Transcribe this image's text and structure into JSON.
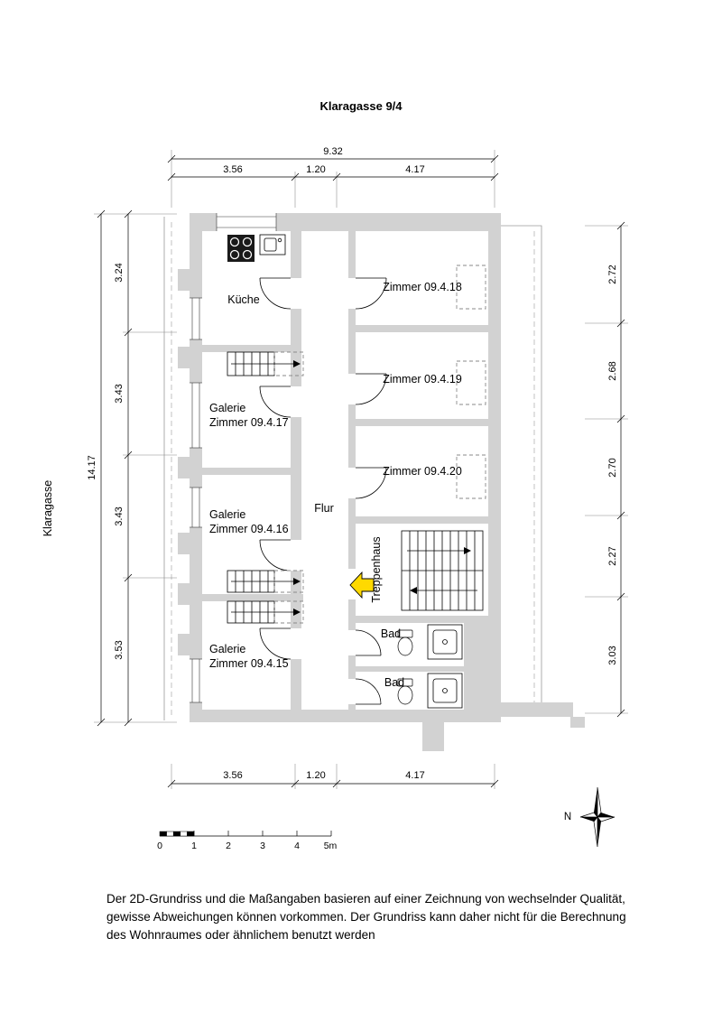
{
  "title": "Klaragasse 9/4",
  "street": "Klaragasse",
  "plan": {
    "rooms": {
      "kueche": "Küche",
      "zimmer_18": "Zimmer 09.4.18",
      "zimmer_19": "Zimmer 09.4.19",
      "zimmer_20": "Zimmer 09.4.20",
      "galerie_17": [
        "Galerie",
        "Zimmer 09.4.17"
      ],
      "galerie_16": [
        "Galerie",
        "Zimmer 09.4.16"
      ],
      "galerie_15": [
        "Galerie",
        "Zimmer 09.4.15"
      ],
      "flur": "Flur",
      "treppenhaus": "Treppenhaus",
      "bad_upper": "Bad",
      "bad_lower": "Bad"
    }
  },
  "dimensions": {
    "top": {
      "total": "9.32",
      "segments": [
        "3.56",
        "1.20",
        "4.17"
      ]
    },
    "bottom": {
      "segments": [
        "3.56",
        "1.20",
        "4.17"
      ]
    },
    "left": {
      "total": "14.17",
      "segments": [
        "3.24",
        "3.43",
        "3.43",
        "3.53"
      ]
    },
    "right": {
      "segments": [
        "2.72",
        "2.68",
        "2.70",
        "2.27",
        "3.03"
      ]
    }
  },
  "scale_bar": {
    "labels": [
      "0",
      "1",
      "2",
      "3",
      "4",
      "5m"
    ]
  },
  "compass": {
    "north_label": "N"
  },
  "disclaimer": [
    "Der 2D-Grundriss und die Maßangaben basieren auf einer Zeichnung von wechselnder Qualität,",
    "gewisse Abweichungen können vorkommen. Der Grundriss kann daher nicht für die Berechnung",
    "des Wohnraumes oder ähnlichem benutzt werden"
  ],
  "icons": {
    "stove": "stove-icon",
    "sink": "sink-icon",
    "toilet": "toilet-icon",
    "shower": "shower-icon",
    "staircase": "staircase-icon",
    "entrance_arrow": "entrance-arrow-icon",
    "compass_rose": "compass-rose-icon"
  },
  "colors": {
    "wall": "#d2d2d2",
    "entrance_arrow": "#ffd900",
    "background": "#ffffff",
    "line": "#000000"
  }
}
